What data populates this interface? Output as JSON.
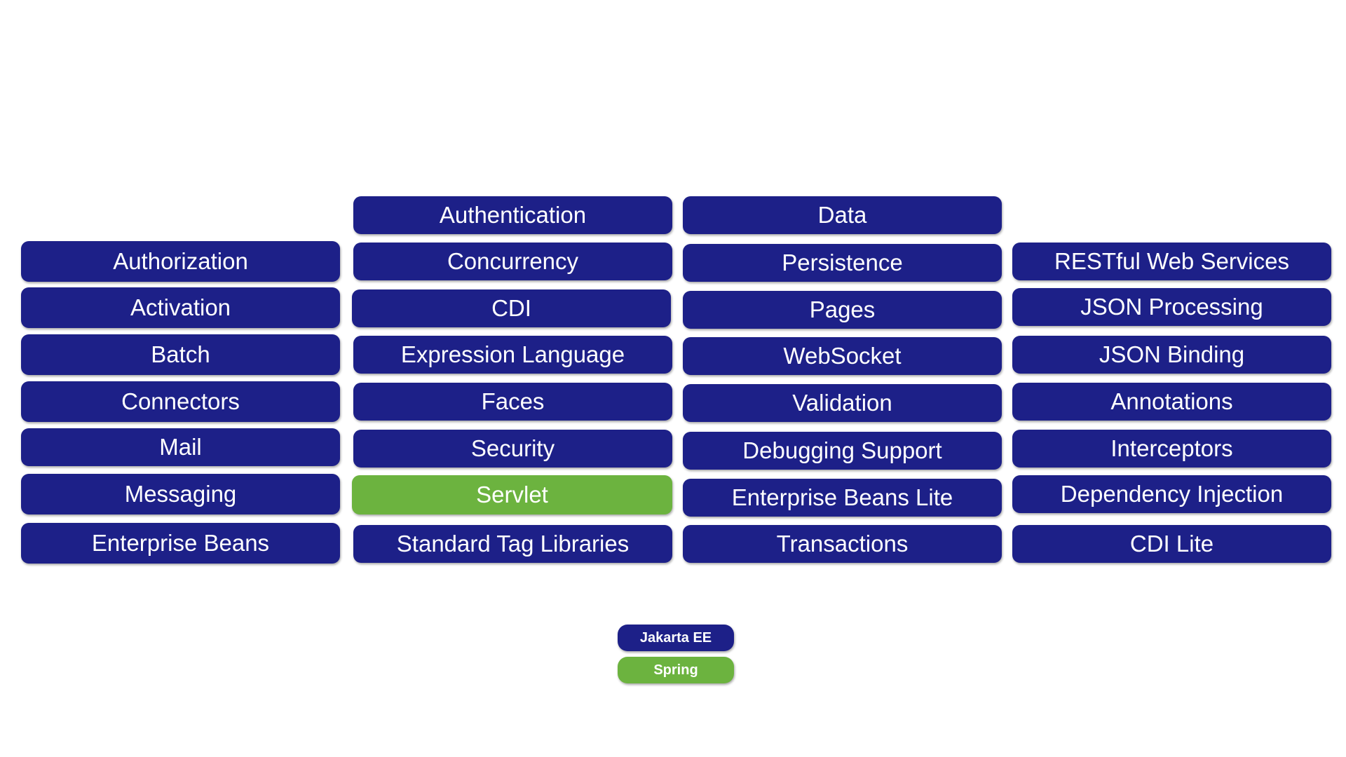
{
  "colors": {
    "jakarta": "#1d2088",
    "spring": "#6cb33f"
  },
  "columns": [
    {
      "items": [
        {
          "label": "Authorization",
          "kind": "jakarta"
        },
        {
          "label": "Activation",
          "kind": "jakarta"
        },
        {
          "label": "Batch",
          "kind": "jakarta"
        },
        {
          "label": "Connectors",
          "kind": "jakarta"
        },
        {
          "label": "Mail",
          "kind": "jakarta"
        },
        {
          "label": "Messaging",
          "kind": "jakarta"
        },
        {
          "label": "Enterprise Beans",
          "kind": "jakarta"
        }
      ]
    },
    {
      "items": [
        {
          "label": "Authentication",
          "kind": "jakarta"
        },
        {
          "label": "Concurrency",
          "kind": "jakarta"
        },
        {
          "label": "CDI",
          "kind": "jakarta"
        },
        {
          "label": "Expression Language",
          "kind": "jakarta"
        },
        {
          "label": "Faces",
          "kind": "jakarta"
        },
        {
          "label": "Security",
          "kind": "jakarta"
        },
        {
          "label": "Servlet",
          "kind": "spring"
        },
        {
          "label": "Standard Tag Libraries",
          "kind": "jakarta"
        }
      ]
    },
    {
      "items": [
        {
          "label": "Data",
          "kind": "jakarta"
        },
        {
          "label": "Persistence",
          "kind": "jakarta"
        },
        {
          "label": "Pages",
          "kind": "jakarta"
        },
        {
          "label": "WebSocket",
          "kind": "jakarta"
        },
        {
          "label": "Validation",
          "kind": "jakarta"
        },
        {
          "label": "Debugging Support",
          "kind": "jakarta"
        },
        {
          "label": "Enterprise Beans Lite",
          "kind": "jakarta"
        },
        {
          "label": "Transactions",
          "kind": "jakarta"
        }
      ]
    },
    {
      "items": [
        {
          "label": "RESTful Web Services",
          "kind": "jakarta"
        },
        {
          "label": "JSON Processing",
          "kind": "jakarta"
        },
        {
          "label": "JSON Binding",
          "kind": "jakarta"
        },
        {
          "label": "Annotations",
          "kind": "jakarta"
        },
        {
          "label": "Interceptors",
          "kind": "jakarta"
        },
        {
          "label": "Dependency Injection",
          "kind": "jakarta"
        },
        {
          "label": "CDI Lite",
          "kind": "jakarta"
        }
      ]
    }
  ],
  "legend": {
    "jakarta_label": "Jakarta EE",
    "spring_label": "Spring"
  }
}
